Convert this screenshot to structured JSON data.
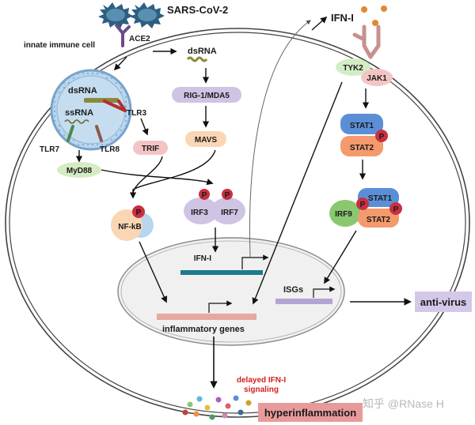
{
  "labels": {
    "virus": "SARS-CoV-2",
    "cell": "innate immune cell",
    "ace2": "ACE2",
    "dsrna_cyto": "dsRNA",
    "dsrna_endo": "dsRNA",
    "ssrna": "ssRNA",
    "tlr3": "TLR3",
    "tlr7": "TLR7",
    "tlr8": "TLR8",
    "trif": "TRIF",
    "myd88": "MyD88",
    "rig1": "RIG-1/MDA5",
    "mavs": "MAVS",
    "nfkb": "NF-kB",
    "irf3": "IRF3",
    "irf7": "IRF7",
    "ifn_out": "IFN-I",
    "ifn_gene": "IFN-I",
    "tyk2": "TYK2",
    "jak1": "JAK1",
    "stat1_a": "STAT1",
    "stat2_a": "STAT2",
    "stat1_b": "STAT1",
    "stat2_b": "STAT2",
    "irf9": "IRF9",
    "isgs": "ISGs",
    "inflammatory": "inflammatory genes",
    "antivirus": "anti-virus",
    "delayed1": "delayed IFN-I",
    "delayed2": "signaling",
    "hyper": "hyperinflammation",
    "p": "P"
  },
  "watermark": "知乎 @RNase H",
  "colors": {
    "virus": "#4a7fa0",
    "receptor": "#6b4a8a",
    "endosome": "#b8d6ee",
    "pill_purple": "#cfc4e4",
    "pill_orange": "#fbd6b4",
    "pill_pink": "#f4c4c4",
    "pill_green": "#d4ecc4",
    "stat1": "#5a8fd8",
    "stat2": "#f49a6c",
    "irf9": "#8ac870",
    "phospho": "#c83040",
    "gene_teal": "#1f7a8c",
    "gene_salmon": "#e8a8a0",
    "gene_purple": "#b4a4d4",
    "antivirus_box": "#d4c8e8",
    "hyper_box": "#e89a9a"
  }
}
